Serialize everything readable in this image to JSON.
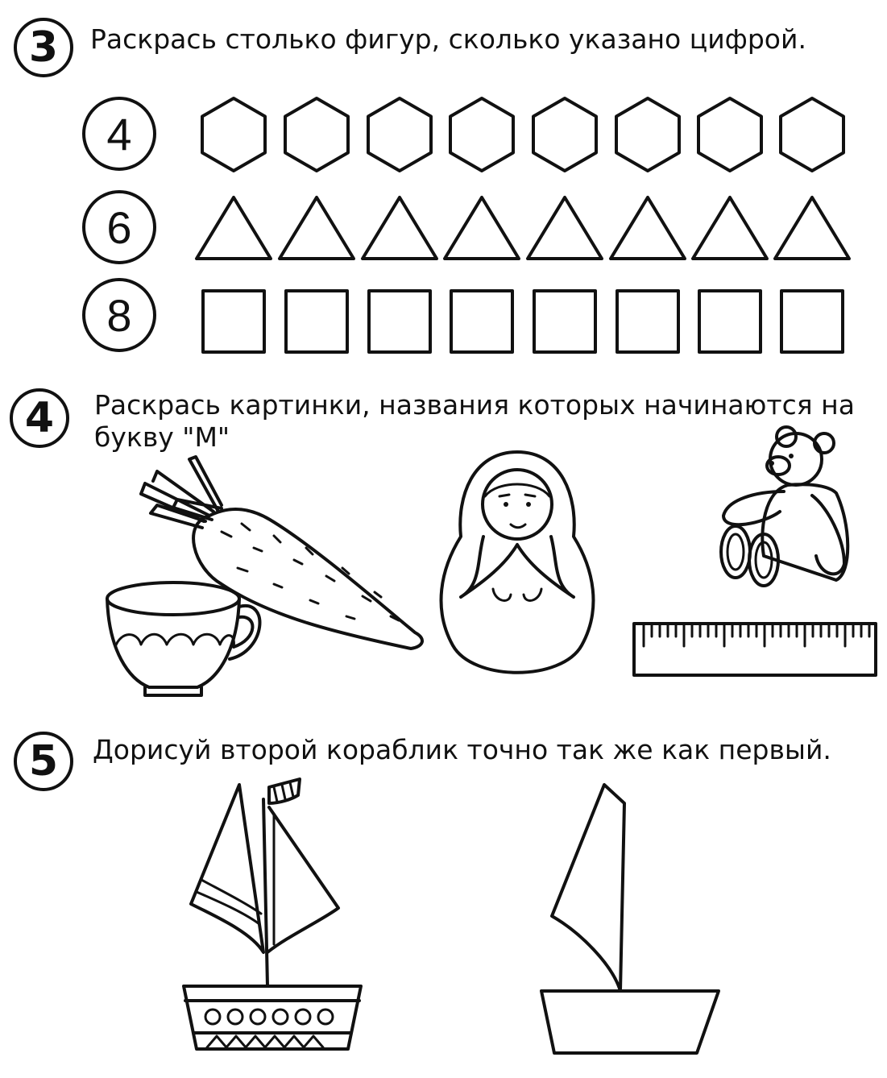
{
  "task3": {
    "number": "3",
    "instruction": "Раскрась столько фигур, сколько указано цифрой.",
    "rows": [
      {
        "count": "4",
        "shape": "hexagon-icon"
      },
      {
        "count": "6",
        "shape": "triangle-icon"
      },
      {
        "count": "8",
        "shape": "square-icon"
      }
    ]
  },
  "task4": {
    "number": "4",
    "instruction_line1": "Раскрась картинки, названия которых начинаются на",
    "instruction_line2": "букву \"М\"",
    "pictures": [
      "carrot-icon",
      "cup-icon",
      "matryoshka-icon",
      "teddy-bear-icon",
      "ruler-icon"
    ]
  },
  "task5": {
    "number": "5",
    "instruction": "Дорисуй второй кораблик точно так же как первый.",
    "pictures": [
      "sailboat-complete-icon",
      "sailboat-incomplete-icon"
    ]
  },
  "colors": {
    "ink": "#111111",
    "paper": "#ffffff"
  }
}
